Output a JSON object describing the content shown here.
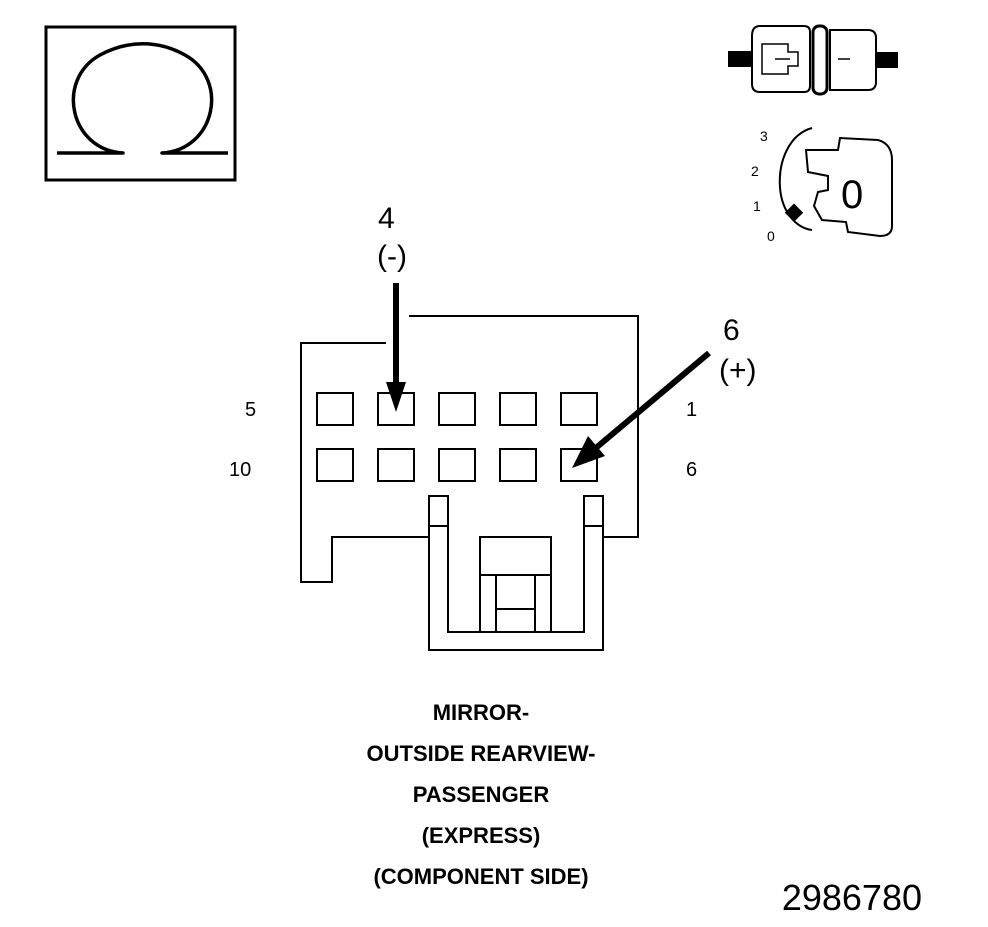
{
  "symbols": {
    "measurement_icon": "ohm-icon",
    "connector_icon": "connector-disconnected-icon",
    "ignition_icon": "ignition-key-off-icon",
    "ignition_positions": [
      "3",
      "2",
      "1",
      "0"
    ],
    "ignition_key_label": "0"
  },
  "probes": {
    "negative": {
      "pin": "4",
      "polarity": "(-)"
    },
    "positive": {
      "pin": "6",
      "polarity": "(+)"
    }
  },
  "connector": {
    "top_row": {
      "left_label": "5",
      "right_label": "1"
    },
    "bottom_row": {
      "left_label": "10",
      "right_label": "6"
    },
    "cavities_per_row": 5
  },
  "caption": {
    "lines": [
      "MIRROR-",
      "OUTSIDE REARVIEW-",
      "PASSENGER",
      "(EXPRESS)",
      "(COMPONENT SIDE)"
    ]
  },
  "figure_number": "2986780"
}
